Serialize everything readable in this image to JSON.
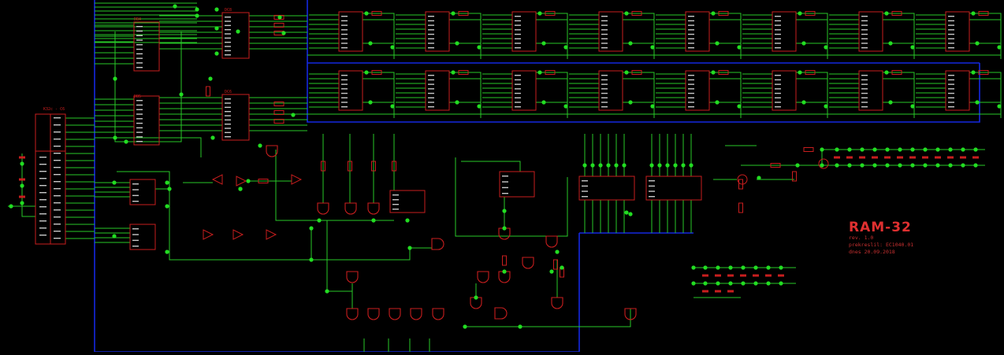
{
  "colors": {
    "background": "#000000",
    "wire": "#28c828",
    "bus": "#1428e0",
    "part": "#c81e1e",
    "junction": "#22dd22",
    "pin_text": "#c8c8c8"
  },
  "labels": {
    "connector": "K32c - C6",
    "ic_db4": "DB4",
    "ic_db5": "DB5",
    "ic_dc8": "DC8",
    "ic_dc6": "DC6"
  },
  "title_block": {
    "name": "RAM-32",
    "rev": "rev. 1.0",
    "source": "prekreslil: EC1040.01",
    "date": "dnes 20.09.2018"
  }
}
